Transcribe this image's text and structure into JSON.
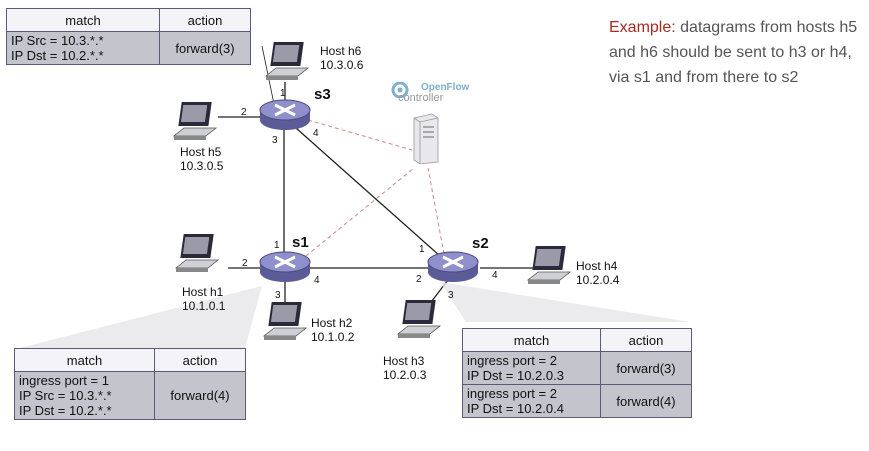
{
  "example": {
    "prefix": "Example:",
    "text": " datagrams from hosts h5 and h6 should be sent to h3 or h4, via s1 and from there to s2"
  },
  "controller": {
    "brand": "OpenFlow",
    "label": "controller"
  },
  "switches": {
    "s1": {
      "name": "s1",
      "ports": [
        "1",
        "2",
        "3",
        "4"
      ]
    },
    "s2": {
      "name": "s2",
      "ports": [
        "1",
        "2",
        "3",
        "4"
      ]
    },
    "s3": {
      "name": "s3",
      "ports": [
        "1",
        "2",
        "3",
        "4"
      ]
    }
  },
  "hosts": {
    "h1": {
      "name": "Host h1",
      "ip": "10.1.0.1"
    },
    "h2": {
      "name": "Host h2",
      "ip": "10.1.0.2"
    },
    "h3": {
      "name": "Host h3",
      "ip": "10.2.0.3"
    },
    "h4": {
      "name": "Host h4",
      "ip": "10.2.0.4"
    },
    "h5": {
      "name": "Host h5",
      "ip": "10.3.0.5"
    },
    "h6": {
      "name": "Host h6",
      "ip": "10.3.0.6"
    }
  },
  "tables": {
    "s3": {
      "headers": [
        "match",
        "action"
      ],
      "rows": [
        {
          "match": [
            "IP Src = 10.3.*.*",
            "IP Dst = 10.2.*.*"
          ],
          "action": "forward(3)"
        }
      ]
    },
    "s1": {
      "headers": [
        "match",
        "action"
      ],
      "rows": [
        {
          "match": [
            "ingress port = 1",
            "IP Src = 10.3.*.*",
            "IP Dst = 10.2.*.*"
          ],
          "action": "forward(4)"
        }
      ]
    },
    "s2": {
      "headers": [
        "match",
        "action"
      ],
      "rows": [
        {
          "match": [
            "ingress port = 2",
            "IP Dst = 10.2.0.3"
          ],
          "action": "forward(3)"
        },
        {
          "match": [
            "ingress port = 2",
            "IP Dst = 10.2.0.4"
          ],
          "action": "forward(4)"
        }
      ]
    }
  },
  "colors": {
    "router_body": "#6a6aa8",
    "router_top": "#8f8fcc",
    "table_cell": "#c4c4cc",
    "table_header": "#f3f3f8",
    "control_link": "#d08a8a",
    "example_keyword": "#a52a20"
  }
}
